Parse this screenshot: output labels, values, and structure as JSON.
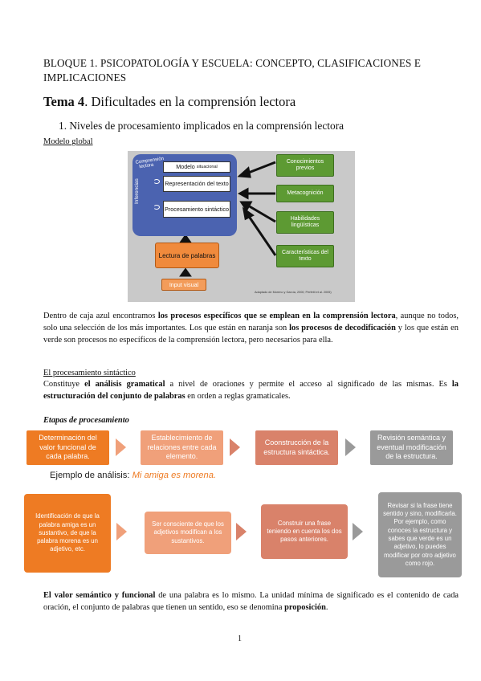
{
  "header": {
    "bloque": "BLOQUE 1. PSICOPATOLOGÍA Y ESCUELA: CONCEPTO, CLASIFICACIONES E IMPLICACIONES",
    "tema_num": "Tema 4",
    "tema_title": ". Dificultades en la comprensión lectora"
  },
  "section1": {
    "heading": "1.  Niveles de procesamiento implicados en la comprensión lectora",
    "subheading": "Modelo global"
  },
  "figure": {
    "corner_label": "Comprensión lectora",
    "inferencias": "Inferencias",
    "modelo_situacional_a": "Modelo",
    "modelo_situacional_b": "situacional",
    "representacion": "Representación del texto",
    "procesamiento": "Procesamiento sintáctico",
    "lectura": "Lectura de palabras",
    "input": "Input visual",
    "green": [
      "Conocimientos previos",
      "Metacognición",
      "Habilidades lingüísticas",
      "Características del texto"
    ],
    "attribution": "Adaptado de Moreno y García, 2000; Perfetti et al. 2005)",
    "colors": {
      "blue": "#4b63b0",
      "green": "#5d9a33",
      "orange": "#f08a3c"
    }
  },
  "paragraph1": {
    "t1": "Dentro de caja azul encontramos ",
    "b1": "los procesos específicos que se emplean en la comprensión lectora",
    "t2": ", aunque no todos, solo una selección de los más importantes. Los que están en naranja son ",
    "b2": "los procesos de decodificación",
    "t3": " y los que están en verde son procesos no específicos de la comprensión lectora, pero necesarios para ella."
  },
  "sintactico": {
    "title": "El procesamiento sintáctico",
    "t1": "Constituye ",
    "b1": "el análisis gramatical",
    "t2": " a nivel de oraciones y permite el acceso al significado de las mismas. Es ",
    "b2": "la estructuración del conjunto de palabras",
    "t3": " en orden a reglas gramaticales."
  },
  "etapas": {
    "title": "Etapas de procesamiento",
    "row1": [
      "Determinación del valor funcional de cada palabra.",
      "Establecimiento de relaciones entre cada elemento.",
      "Coonstrucción de la estructura sintáctica.",
      "Revisión semántica y eventual modificación de la estructura."
    ],
    "ejemplo_label": "Ejemplo de análisis: ",
    "ejemplo_value": "Mi amiga es morena",
    "ejemplo_period": ".",
    "row2": [
      "Identificación de que la palabra amiga es un sustantivo, de que la palabra morena es un adjetivo, etc.",
      "Ser consciente de que los adjetivos modifican a los sustantivos.",
      "Construir una frase teniendo en cuenta los dos pasos anteriores.",
      "Revisar si la frase tiene sentido y sino, modificarla. Por ejemplo, como conoces la estructura y sabes que verde es un adjetivo, lo puedes modificar por otro adjetivo como rojo."
    ],
    "colors": [
      "#ee7b23",
      "#f0a07a",
      "#d9826a",
      "#9a9a9a"
    ]
  },
  "paragraph3": {
    "b1": "El valor semántico y funcional",
    "t1": " de una palabra es lo mismo. La unidad mínima de significado es el contenido de cada oración, el conjunto de palabras que tienen un sentido, eso se denomina ",
    "b2": "proposición",
    "t2": "."
  },
  "page_number": "1"
}
